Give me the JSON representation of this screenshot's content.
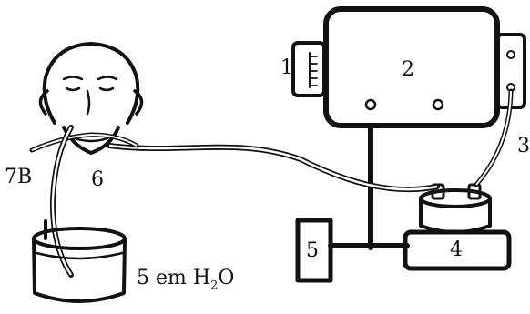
{
  "labels": {
    "l1": "1",
    "l2": "2",
    "l3": "3",
    "l4": "4",
    "l5": "5",
    "l6": "6",
    "l7b": "7B",
    "water_prefix": "5 em H",
    "water_sub": "2",
    "water_suffix": "O"
  },
  "colors": {
    "ink": "#111111",
    "background": "#ffffff"
  }
}
